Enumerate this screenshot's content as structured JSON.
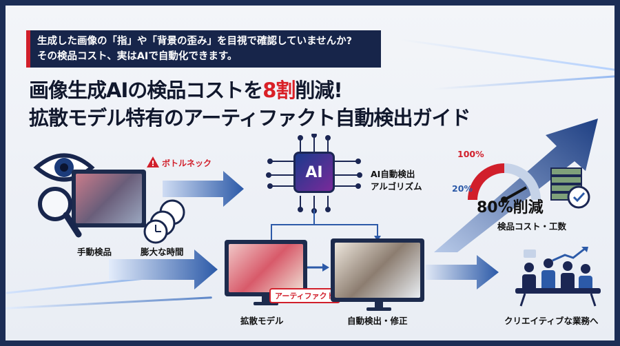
{
  "banner": {
    "line1": "生成した画像の「指」や「背景の歪み」を目視で確認していませんか?",
    "line2": "その検品コスト、実はAIで自動化できます。"
  },
  "title": {
    "line1_pre": "画像生成AIの検品コストを",
    "line1_highlight": "8割",
    "line1_post": "削減!",
    "line2": "拡散モデル特有のアーティファクト自動検出ガイド"
  },
  "manual": {
    "warning_label": "ボトルネック",
    "manual_label": "手動検品",
    "time_label": "膨大な時間"
  },
  "ai": {
    "chip_text": "AI",
    "caption_line1": "AI自動検出",
    "caption_line2": "アルゴリズム"
  },
  "flow": {
    "diffusion_label": "拡散モデル",
    "artifact_tag": "アーティファクト",
    "detect_label": "自動検出・修正"
  },
  "gauge": {
    "top_label": "100%",
    "bottom_label": "20%",
    "result_value": "80%削減",
    "result_caption": "検品コスト・工数",
    "reduction_fraction": 0.8
  },
  "outcome": {
    "label": "クリエイティブな業務へ"
  },
  "colors": {
    "navy": "#17254a",
    "red": "#d11f2b",
    "blue": "#2c5aa8"
  }
}
